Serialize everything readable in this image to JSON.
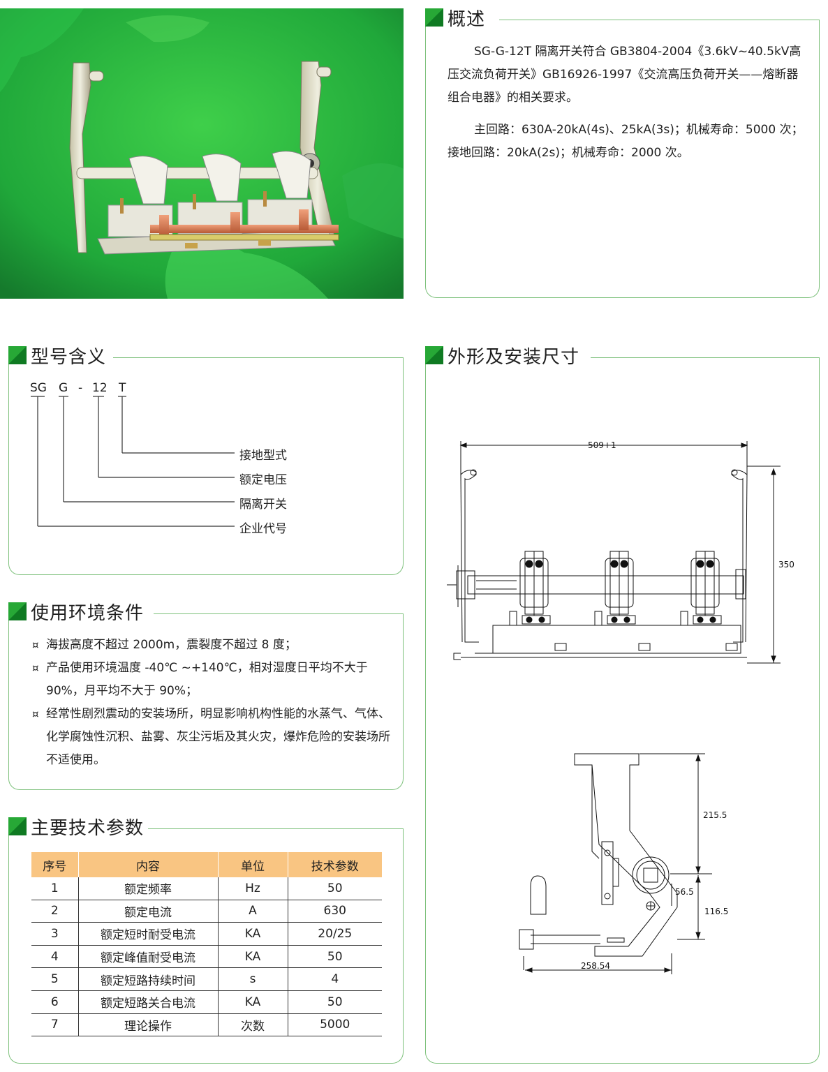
{
  "overview": {
    "title": "概述",
    "para1": "SG-G-12T 隔离开关符合 GB3804-2004《3.6kV~40.5kV高压交流负荷开关》GB16926-1997《交流高压负荷开关——熔断器组合电器》的相关要求。",
    "para2": "主回路：630A-20kA(4s)、25kA(3s)；机械寿命：5000 次；接地回路：20kA(2s)；机械寿命：2000 次。"
  },
  "model": {
    "title": "型号含义",
    "codes": [
      "SG",
      "G",
      "-",
      "12",
      "T"
    ],
    "meanings": [
      "接地型式",
      "额定电压",
      "隔离开关",
      "企业代号"
    ]
  },
  "environment": {
    "title": "使用环境条件",
    "bullet": "¤",
    "items": [
      "海拔高度不超过 2000m，震裂度不超过 8 度；",
      "产品使用环境温度 -40℃ ~+140℃，相对湿度日平均不大于 90%，月平均不大于 90%；",
      "经常性剧烈震动的安装场所，明显影响机构性能的水蒸气、气体、化学腐蚀性沉积、盐雾、灰尘污垢及其火灾，爆炸危险的安装场所不适使用。"
    ]
  },
  "params": {
    "title": "主要技术参数",
    "headers": [
      "序号",
      "内容",
      "单位",
      "技术参数"
    ],
    "rows": [
      [
        "1",
        "额定频率",
        "Hz",
        "50"
      ],
      [
        "2",
        "额定电流",
        "A",
        "630"
      ],
      [
        "3",
        "额定短时耐受电流",
        "KA",
        "20/25"
      ],
      [
        "4",
        "额定峰值耐受电流",
        "KA",
        "50"
      ],
      [
        "5",
        "额定短路持续时间",
        "s",
        "4"
      ],
      [
        "6",
        "额定短路关合电流",
        "KA",
        "50"
      ],
      [
        "7",
        "理论操作",
        "次数",
        "5000"
      ]
    ]
  },
  "dimensions": {
    "title": "外形及安装尺寸",
    "width_front": "509+1",
    "height_front": "350",
    "side_upper": "215.5",
    "side_mid": "56.5",
    "side_lower": "116.5",
    "side_width": "258.54"
  },
  "colors": {
    "accent_green": "#7cc07a",
    "header_orange": "#f9c582",
    "photo_green": "#1f9a3a"
  }
}
